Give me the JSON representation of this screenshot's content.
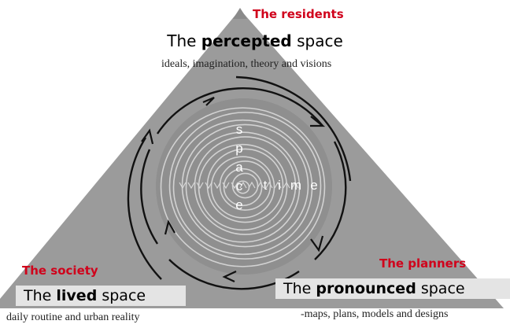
{
  "top": {
    "group": "The residents",
    "title_pre": "The ",
    "title_bold": "percepted",
    "title_post": " space",
    "subtitle": "ideals, imagination, theory and visions"
  },
  "left": {
    "group": "The society",
    "title_pre": "The ",
    "title_bold": "lived",
    "title_post": " space",
    "subtitle": "daily routine and urban reality"
  },
  "right": {
    "group": "The planners",
    "title_pre": "The ",
    "title_bold": "pronounced",
    "title_post": " space",
    "subtitle": "-maps, plans, models and designs"
  },
  "center": {
    "vertical_word": [
      "s",
      "p",
      "a",
      "c",
      "e"
    ],
    "horizontal_word": [
      "t",
      "i",
      "m",
      "e"
    ]
  },
  "colors": {
    "triangle": "#9b9b9b",
    "accent": "#d0021b",
    "box": "#e4e4e4",
    "spiral": "#cfcfcf"
  }
}
